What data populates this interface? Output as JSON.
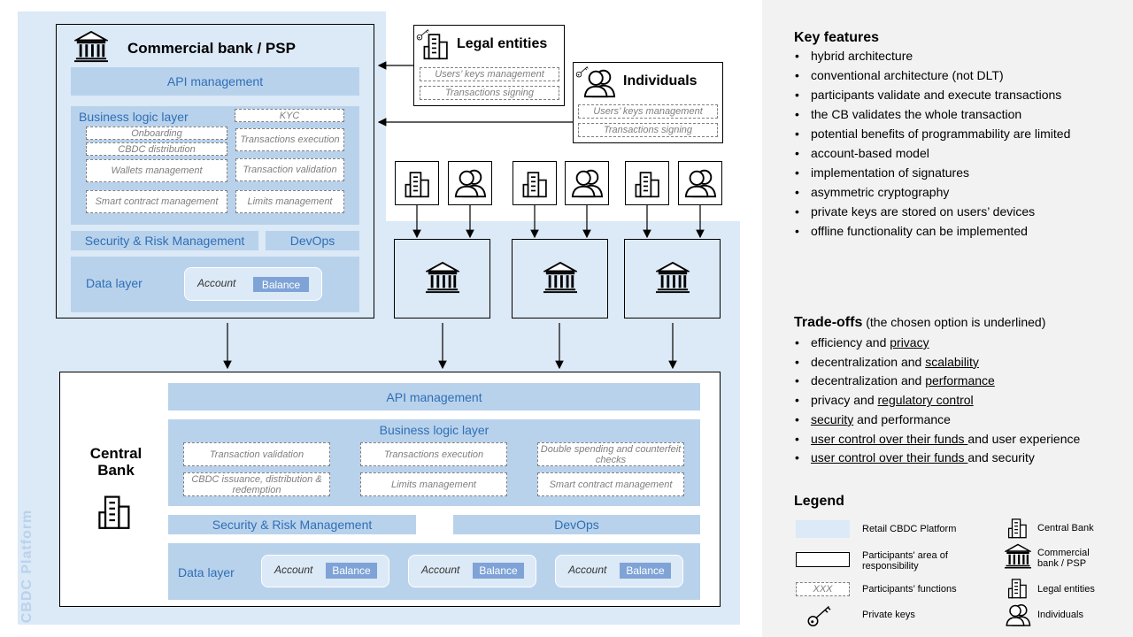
{
  "platform_label": "CBDC Platform",
  "commercial_bank": {
    "title": "Commercial bank / PSP",
    "api": "API management",
    "business_logic": "Business logic layer",
    "functions": [
      "KYC",
      "Onboarding",
      "Transactions execution",
      "CBDC distribution",
      "Wallets management",
      "Transaction validation",
      "Smart contract management",
      "Limits management"
    ],
    "security": "Security & Risk Management",
    "devops": "DevOps",
    "data_layer": "Data layer",
    "account": "Account",
    "balance": "Balance"
  },
  "legal_entities": {
    "title": "Legal entities",
    "f1": "Users’ keys management",
    "f2": "Transactions signing"
  },
  "individuals": {
    "title": "Individuals",
    "f1": "Users’ keys management",
    "f2": "Transactions signing"
  },
  "central_bank": {
    "title_line1": "Central",
    "title_line2": "Bank",
    "api": "API management",
    "business_logic": "Business logic layer",
    "functions": [
      "Transaction validation",
      "Transactions execution",
      "Double spending and counterfeit checks",
      "CBDC issuance, distribution & redemption",
      "Limits management",
      "Smart contract management"
    ],
    "security": "Security & Risk Management",
    "devops": "DevOps",
    "data_layer": "Data layer",
    "account": "Account",
    "balance": "Balance"
  },
  "key_features": {
    "title": "Key features",
    "items": [
      "hybrid architecture",
      "conventional architecture (not DLT)",
      "participants validate and execute transactions",
      "the CB validates the whole transaction",
      "potential benefits of programmability are limited",
      "account-based model",
      "implementation of signatures",
      "asymmetric cryptography",
      "private keys are stored on users’ devices",
      "offline functionality can be implemented"
    ]
  },
  "tradeoffs": {
    "title": "Trade-offs",
    "subtitle": "(the chosen option is underlined)",
    "items": [
      {
        "a": "efficiency",
        "mid": " and ",
        "b": "privacy",
        "ul": "b"
      },
      {
        "a": "decentralization",
        "mid": " and ",
        "b": "scalability",
        "ul": "b"
      },
      {
        "a": "decentralization",
        "mid": " and ",
        "b": "performance",
        "ul": "b"
      },
      {
        "a": "privacy",
        "mid": " and ",
        "b": "regulatory control",
        "ul": "b"
      },
      {
        "a": "security",
        "mid": " and performance",
        "b": "",
        "ul": "a"
      },
      {
        "a": "user control over their funds ",
        "mid": "and user experience",
        "b": "",
        "ul": "a"
      },
      {
        "a": "user control over their funds ",
        "mid": "and security",
        "b": "",
        "ul": "a"
      }
    ]
  },
  "legend": {
    "title": "Legend",
    "retail": "Retail CBDC Platform",
    "area": "Participants' area of responsibility",
    "functions_sample": "XXX",
    "functions": "Participants’ functions",
    "keys": "Private keys",
    "central_bank": "Central Bank",
    "commercial": "Commercial bank / PSP",
    "legal": "Legal entities",
    "individuals": "Individuals"
  },
  "colors": {
    "platform": "#dce9f6",
    "bar": "#b9d2ec",
    "text_blue": "#2e6fb6",
    "balance": "#7fa3d7",
    "right_panel": "#f2f2f2"
  }
}
